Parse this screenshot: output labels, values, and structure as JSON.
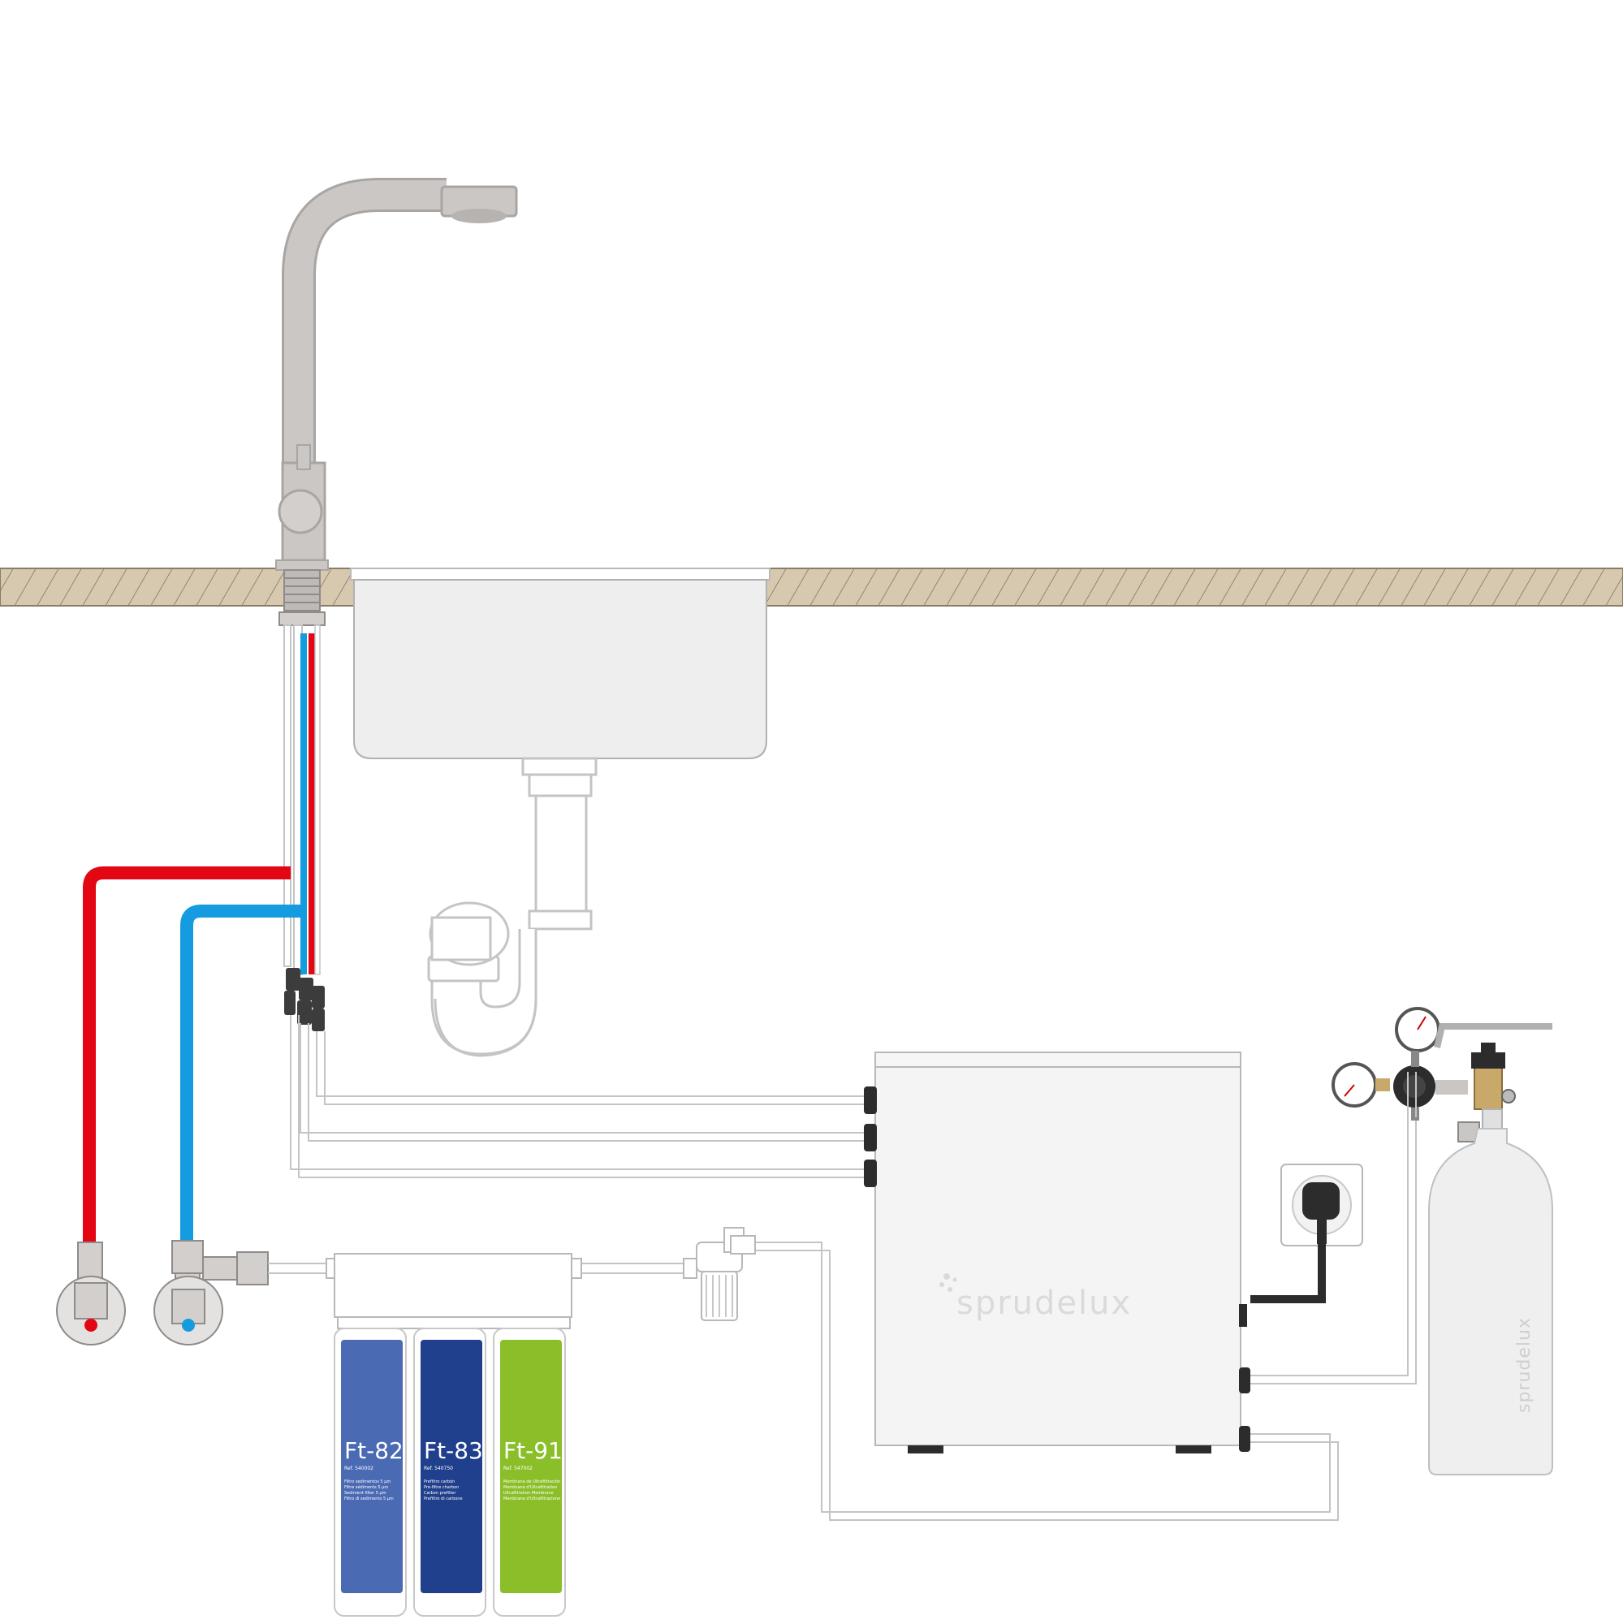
{
  "brand": {
    "unit_logo": "sprudelux",
    "bottle_logo": "sprudelux"
  },
  "filters": [
    {
      "code": "Ft-82",
      "ref": "Ref. 540002",
      "desc": [
        "Filtro sedimentos 5 µm",
        "Filtre sédiments 5 µm",
        "Sediment filter 5 µm",
        "Filtro di sedimento 5 µm"
      ],
      "color": "#4a6ab4"
    },
    {
      "code": "Ft-83",
      "ref": "Ref. 540750",
      "desc": [
        "Prefiltro carbón",
        "Pré-filtre charbon",
        "Carbon prefilter",
        "Prefiltro di carbone"
      ],
      "color": "#203f8c"
    },
    {
      "code": "Ft-91",
      "ref": "Ref. 547002",
      "desc": [
        "Membrana de Ultrafiltración",
        "Membrane d'Ultrafiltration",
        "Ultrafiltration Membrane",
        "Membrane d'Ultrafiltrazione"
      ],
      "color": "#8bbf2a"
    }
  ],
  "colors": {
    "hot_line": "#e30613",
    "cold_line": "#159be0",
    "countertop": "#d6c9b0",
    "steel": "#c9c6c4",
    "outline": "#b8b8b8"
  },
  "icons": [
    "faucet-icon",
    "sink-icon",
    "siphon-icon",
    "hot-valve-icon",
    "cold-valve-icon",
    "filter-housing-icon",
    "carbonator-unit-icon",
    "power-socket-icon",
    "co2-bottle-icon",
    "pressure-regulator-icon"
  ]
}
